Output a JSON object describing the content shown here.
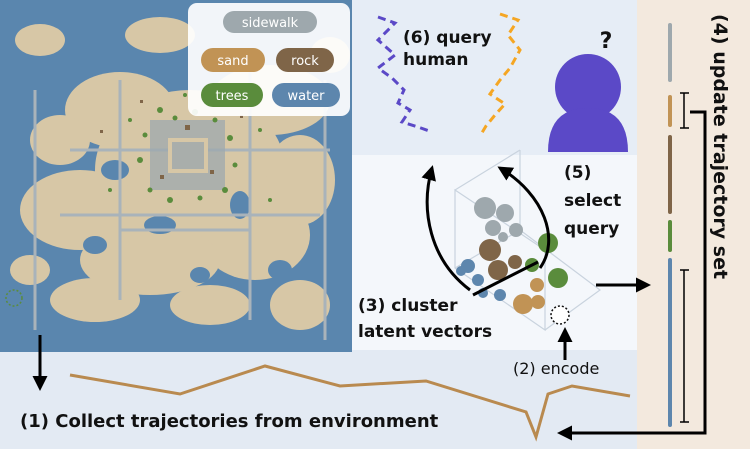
{
  "legend": {
    "items": [
      {
        "label": "sidewalk",
        "color": "#9ea8ad",
        "text_color": "#ffffff"
      },
      {
        "label": "sand",
        "color": "#c19355",
        "text_color": "#ffffff"
      },
      {
        "label": "rock",
        "color": "#7f6548",
        "text_color": "#ffffff"
      },
      {
        "label": "trees",
        "color": "#5a8c3c",
        "text_color": "#ffffff"
      },
      {
        "label": "water",
        "color": "#5d86ad",
        "text_color": "#ffffff"
      }
    ]
  },
  "steps": {
    "collect": "(1) Collect trajectories from environment",
    "encode": "(2) encode",
    "cluster_line1": "(3) cluster",
    "cluster_line2": "latent vectors",
    "update": "(4) update trajectory set",
    "select_line1": "(5)",
    "select_line2": "select",
    "select_line3": "query",
    "query_line1": "(6) query",
    "query_line2": "human"
  },
  "question_mark": "?",
  "colors": {
    "map_water": "#5a86ae",
    "map_sand": "#d7c7a6",
    "bottom_panel": "#e3eaf3",
    "update_panel": "#f3e9de",
    "query_panel": "#e6edf6",
    "human": "#5b49c7",
    "purple_traj": "#5b49c7",
    "orange_traj": "#f5a623",
    "trajectory_line": "#b98a4f"
  }
}
